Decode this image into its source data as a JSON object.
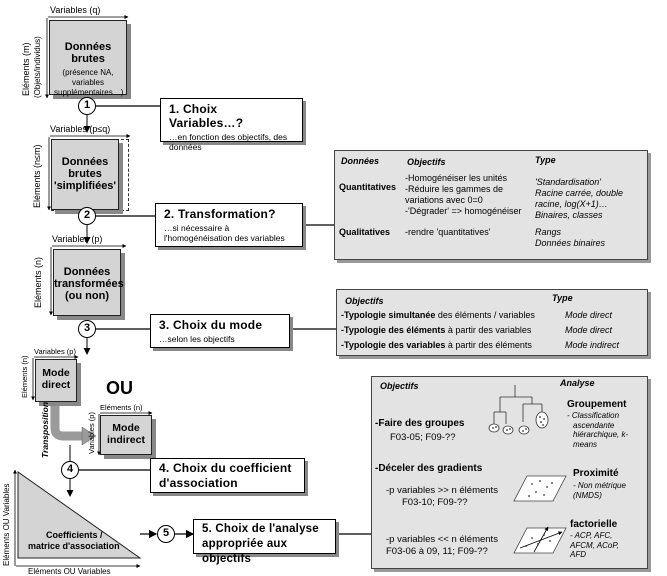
{
  "axes": {
    "var_q": "Variables (q)",
    "elements_m": "Eléments (m)",
    "objets": "(Objets/individus)",
    "var_psq": "Variables (p≤q)",
    "elements_nm": "Eléments (n≤m)",
    "var_p": "Variables (p)",
    "elements_n": "Eléments (n)",
    "var_p2": "Variables (p)",
    "elements_n2": "Eléments (n)",
    "elements_n3": "Eléments (n)",
    "var_p3": "Variables (p)",
    "el_ou_var_v": "Eléments OU Variables",
    "el_ou_var_h": "Eléments OU Variables"
  },
  "boxes": {
    "brutes_title": "Données brutes",
    "brutes_sub": "(présence NA, variables supplémentaires…)",
    "simp_title_1": "Données",
    "simp_title_2": "brutes",
    "simp_title_3": "'simplifiées'",
    "trans_title_1": "Données",
    "trans_title_2": "transformées",
    "trans_title_3": "(ou non)",
    "direct_1": "Mode",
    "direct_2": "direct",
    "indirect_1": "Mode",
    "indirect_2": "indirect",
    "ou": "OU",
    "transposition": "Transposition",
    "coef_1": "Coefficients /",
    "coef_2": "matrice d'association"
  },
  "steps": [
    {
      "num": "1",
      "title": "1. Choix Variables…?",
      "desc": "…en fonction des objectifs, des données"
    },
    {
      "num": "2",
      "title": "2. Transformation?",
      "desc": "…si nécessaire à l'homogénéisation des variables"
    },
    {
      "num": "3",
      "title": "3. Choix du mode",
      "desc": "…selon les objectifs"
    },
    {
      "num": "4",
      "title": "4. Choix du coefficient d'association",
      "desc": ""
    },
    {
      "num": "5",
      "title": "5. Choix de l'analyse appropriée aux objectifs",
      "desc": ""
    }
  ],
  "panel_transfo": {
    "h_donnees": "Données",
    "h_objectifs": "Objectifs",
    "h_type": "Type",
    "quant": "Quantitatives",
    "quant_obj_1": "-Homogénéiser les unités",
    "quant_obj_2": "-Réduire les gammes de",
    "quant_obj_3": "variations avec 0=0",
    "quant_obj_4": "-'Dégrader' => homogénéiser",
    "quant_type_1": "'Standardisation'",
    "quant_type_2": "Racine carrée, double",
    "quant_type_3": "racine, log(X+1)…",
    "quant_type_4": "Binaires, classes",
    "qual": "Qualitatives",
    "qual_obj": "-rendre 'quantitatives'",
    "qual_type_1": "Rangs",
    "qual_type_2": "Données binaires"
  },
  "panel_mode": {
    "h_objectifs": "Objectifs",
    "h_type": "Type",
    "rows": [
      {
        "bold": "-Typologie simultanée",
        "rest": " des éléments / variables",
        "type": "Mode direct"
      },
      {
        "bold": "-Typologie des éléments",
        "rest": " à partir des variables",
        "type": "Mode direct"
      },
      {
        "bold": "-Typologie des variables",
        "rest": " à partir des éléments",
        "type": "Mode indirect"
      }
    ]
  },
  "panel_analyse": {
    "h_objectifs": "Objectifs",
    "h_analyse": "Analyse",
    "groupes_title": "-Faire des groupes",
    "groupes_ref": "F03-05; F09-??",
    "groupement": "Groupement",
    "groupement_desc_1": "- Classification",
    "groupement_desc_2": "ascendante",
    "groupement_desc_3": "hiérarchique, k-",
    "groupement_desc_4": "means",
    "gradients_title": "-Déceler des gradients",
    "grad1_1": "-p variables >> n éléments",
    "grad1_2": "F03-10; F09-??",
    "proximite": "Proximité",
    "proximite_desc_1": "- Non métrique",
    "proximite_desc_2": "(NMDS)",
    "grad2_1": "-p variables << n éléments",
    "grad2_2": "F03-06 à 09, 11; F09-??",
    "factorielle": "factorielle",
    "factorielle_desc_1": "- ACP, AFC,",
    "factorielle_desc_2": "AFCM, ACoP,",
    "factorielle_desc_3": "AFD"
  }
}
